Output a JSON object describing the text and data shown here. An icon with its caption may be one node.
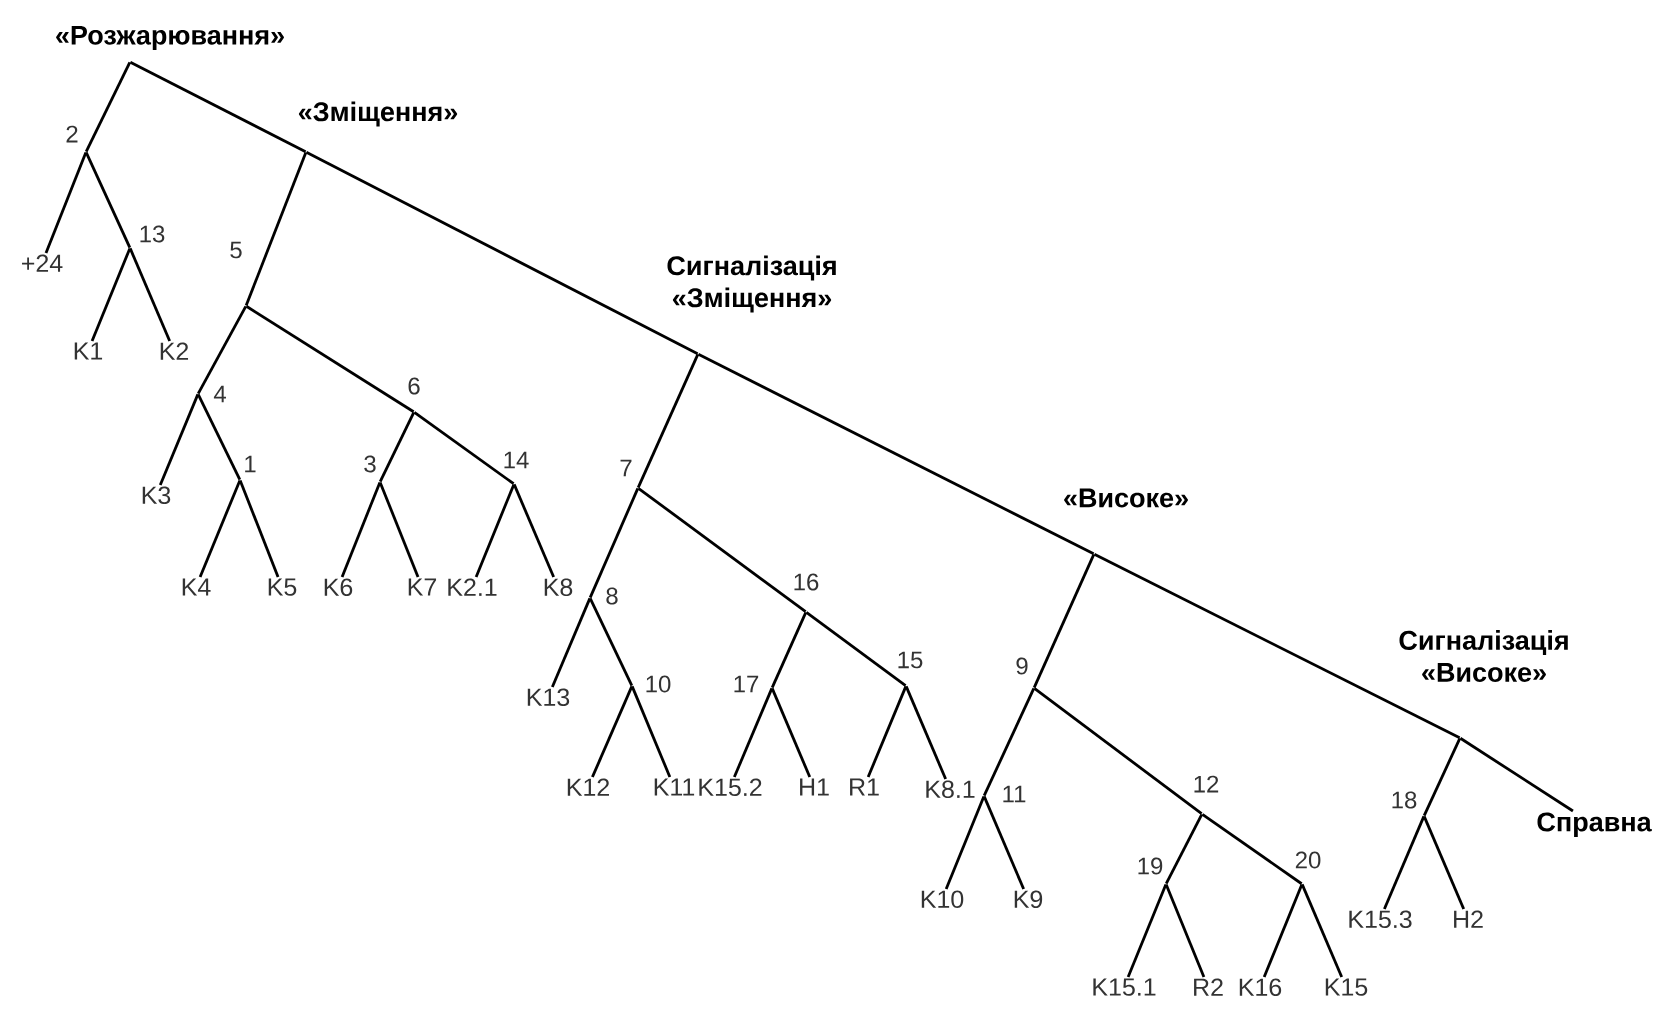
{
  "diagram": {
    "nodes": [
      {
        "text": [
          "«Розжарювання»"
        ]
      },
      {
        "text": [
          "2"
        ]
      },
      {
        "text": [
          "+24"
        ]
      },
      {
        "text": [
          "13"
        ]
      },
      {
        "text": [
          "K1"
        ]
      },
      {
        "text": [
          "K2"
        ]
      },
      {
        "text": [
          "«Зміщення»"
        ]
      },
      {
        "text": [
          "5"
        ]
      },
      {
        "text": [
          "4"
        ]
      },
      {
        "text": [
          "K3"
        ]
      },
      {
        "text": [
          "1"
        ]
      },
      {
        "text": [
          "K4"
        ]
      },
      {
        "text": [
          "K5"
        ]
      },
      {
        "text": [
          "6"
        ]
      },
      {
        "text": [
          "3"
        ]
      },
      {
        "text": [
          "K6"
        ]
      },
      {
        "text": [
          "K7"
        ]
      },
      {
        "text": [
          "14"
        ]
      },
      {
        "text": [
          "K2.1"
        ]
      },
      {
        "text": [
          "K8"
        ]
      },
      {
        "text": [
          "Сигналізація «Зміщення»"
        ]
      },
      {
        "text": [
          "7"
        ]
      },
      {
        "text": [
          "8"
        ]
      },
      {
        "text": [
          "K13"
        ]
      },
      {
        "text": [
          "10"
        ]
      },
      {
        "text": [
          "K12"
        ]
      },
      {
        "text": [
          "K11"
        ]
      },
      {
        "text": [
          "16"
        ]
      },
      {
        "text": [
          "17"
        ]
      },
      {
        "text": [
          "K15.2"
        ]
      },
      {
        "text": [
          "H1"
        ]
      },
      {
        "text": [
          "15"
        ]
      },
      {
        "text": [
          "R1"
        ]
      },
      {
        "text": [
          "K8.1"
        ]
      },
      {
        "text": [
          "«Високе»"
        ]
      },
      {
        "text": [
          "9"
        ]
      },
      {
        "text": [
          "11"
        ]
      },
      {
        "text": [
          "K10"
        ]
      },
      {
        "text": [
          "K9"
        ]
      },
      {
        "text": [
          "12"
        ]
      },
      {
        "text": [
          "19"
        ]
      },
      {
        "text": [
          "K15.1"
        ]
      },
      {
        "text": [
          "R2"
        ]
      },
      {
        "text": [
          "20"
        ]
      },
      {
        "text": [
          "K16"
        ]
      },
      {
        "text": [
          "K15"
        ]
      },
      {
        "text": [
          "Сигналізація «Високе»"
        ]
      },
      {
        "text": [
          "18"
        ]
      },
      {
        "text": [
          "K15.3"
        ]
      },
      {
        "text": [
          "H2"
        ]
      },
      {
        "text": [
          "Справна"
        ]
      }
    ],
    "edges": [
      {
        "from": 0,
        "to": 1,
        "arrow": "none"
      },
      {
        "from": 1,
        "to": 2,
        "arrow": "none"
      },
      {
        "from": 1,
        "to": 3,
        "arrow": "none"
      },
      {
        "from": 3,
        "to": 4,
        "arrow": "none"
      },
      {
        "from": 3,
        "to": 5,
        "arrow": "none"
      },
      {
        "from": 0,
        "to": 6,
        "arrow": "none"
      },
      {
        "from": 6,
        "to": 7,
        "arrow": "none"
      },
      {
        "from": 7,
        "to": 8,
        "arrow": "none"
      },
      {
        "from": 8,
        "to": 9,
        "arrow": "none"
      },
      {
        "from": 8,
        "to": 10,
        "arrow": "none"
      },
      {
        "from": 10,
        "to": 11,
        "arrow": "none"
      },
      {
        "from": 10,
        "to": 12,
        "arrow": "none"
      },
      {
        "from": 7,
        "to": 13,
        "arrow": "none"
      },
      {
        "from": 13,
        "to": 14,
        "arrow": "none"
      },
      {
        "from": 14,
        "to": 15,
        "arrow": "none"
      },
      {
        "from": 14,
        "to": 16,
        "arrow": "none"
      },
      {
        "from": 13,
        "to": 17,
        "arrow": "none"
      },
      {
        "from": 17,
        "to": 18,
        "arrow": "none"
      },
      {
        "from": 17,
        "to": 19,
        "arrow": "none"
      },
      {
        "from": 6,
        "to": 20,
        "arrow": "none"
      },
      {
        "from": 20,
        "to": 21,
        "arrow": "none"
      },
      {
        "from": 21,
        "to": 22,
        "arrow": "none"
      },
      {
        "from": 22,
        "to": 23,
        "arrow": "none"
      },
      {
        "from": 22,
        "to": 24,
        "arrow": "none"
      },
      {
        "from": 24,
        "to": 25,
        "arrow": "none"
      },
      {
        "from": 24,
        "to": 26,
        "arrow": "none"
      },
      {
        "from": 21,
        "to": 27,
        "arrow": "none"
      },
      {
        "from": 27,
        "to": 28,
        "arrow": "none"
      },
      {
        "from": 28,
        "to": 29,
        "arrow": "none"
      },
      {
        "from": 28,
        "to": 30,
        "arrow": "none"
      },
      {
        "from": 27,
        "to": 31,
        "arrow": "none"
      },
      {
        "from": 31,
        "to": 32,
        "arrow": "none"
      },
      {
        "from": 31,
        "to": 33,
        "arrow": "none"
      },
      {
        "from": 20,
        "to": 34,
        "arrow": "none"
      },
      {
        "from": 34,
        "to": 35,
        "arrow": "none"
      },
      {
        "from": 35,
        "to": 36,
        "arrow": "none"
      },
      {
        "from": 36,
        "to": 37,
        "arrow": "none"
      },
      {
        "from": 36,
        "to": 38,
        "arrow": "none"
      },
      {
        "from": 35,
        "to": 39,
        "arrow": "none"
      },
      {
        "from": 39,
        "to": 40,
        "arrow": "none"
      },
      {
        "from": 40,
        "to": 41,
        "arrow": "none"
      },
      {
        "from": 40,
        "to": 42,
        "arrow": "none"
      },
      {
        "from": 39,
        "to": 43,
        "arrow": "none"
      },
      {
        "from": 43,
        "to": 44,
        "arrow": "none"
      },
      {
        "from": 43,
        "to": 45,
        "arrow": "none"
      },
      {
        "from": 34,
        "to": 46,
        "arrow": "none"
      },
      {
        "from": 46,
        "to": 47,
        "arrow": "none"
      },
      {
        "from": 47,
        "to": 48,
        "arrow": "none"
      },
      {
        "from": 47,
        "to": 49,
        "arrow": "none"
      },
      {
        "from": 46,
        "to": 50,
        "arrow": "none"
      }
    ]
  }
}
